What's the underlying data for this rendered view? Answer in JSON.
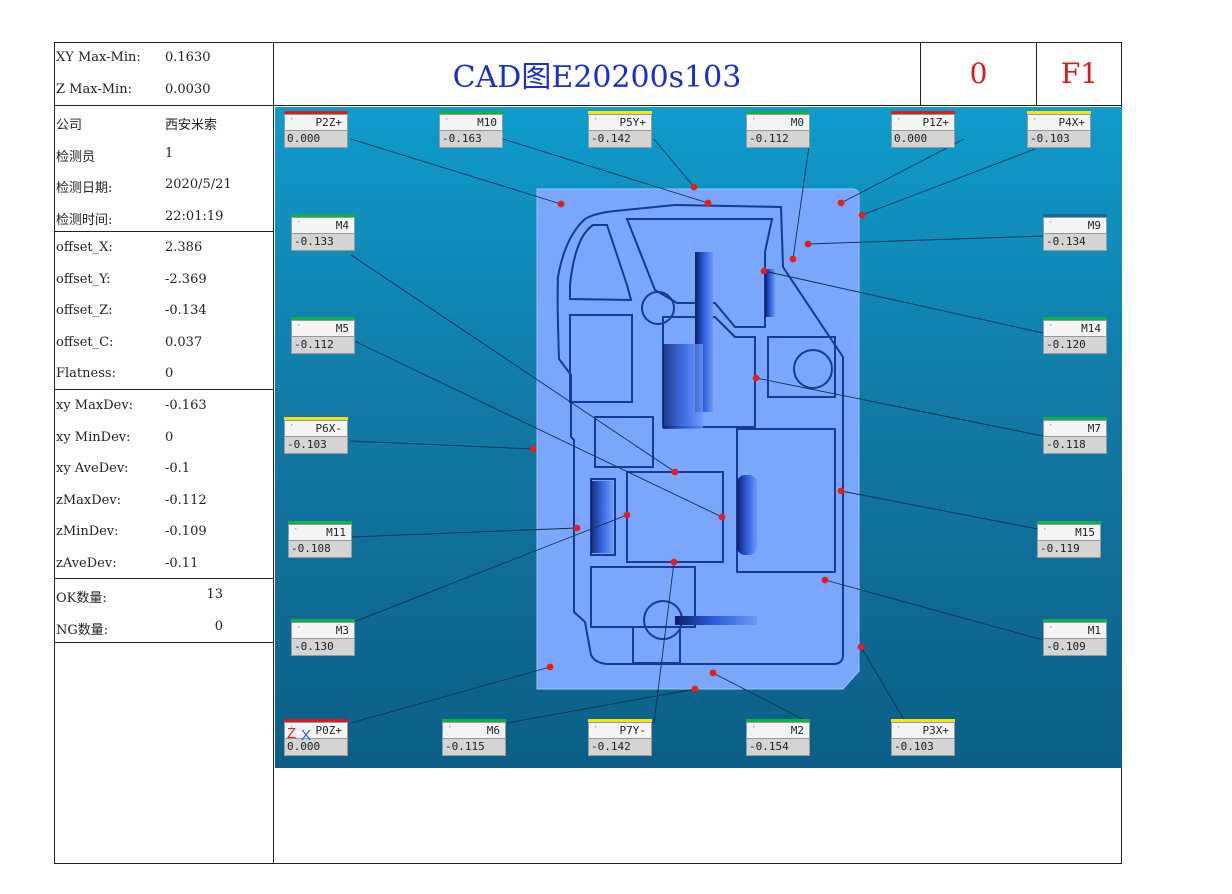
{
  "header": {
    "title": "CAD图E20200s103",
    "count": "0",
    "fkey": "F1"
  },
  "maxmin": [
    {
      "k": "XY Max-Min:",
      "v": "0.1630"
    },
    {
      "k": "Z  Max-Min:",
      "v": "0.0030"
    }
  ],
  "info": [
    {
      "k": "公司",
      "v": "西安米索"
    },
    {
      "k": "检测员",
      "v": "1"
    },
    {
      "k": "检测日期:",
      "v": "2020/5/21"
    },
    {
      "k": "检测时间:",
      "v": "22:01:19"
    }
  ],
  "offsets": [
    {
      "k": "offset_X:",
      "v": "2.386"
    },
    {
      "k": "offset_Y:",
      "v": "-2.369"
    },
    {
      "k": "offset_Z:",
      "v": "-0.134"
    },
    {
      "k": "offset_C:",
      "v": "0.037"
    },
    {
      "k": "Flatness:",
      "v": "0"
    }
  ],
  "devs": [
    {
      "k": "xy MaxDev:",
      "v": "-0.163"
    },
    {
      "k": "xy MinDev:",
      "v": "0"
    },
    {
      "k": "xy AveDev:",
      "v": "-0.1"
    },
    {
      "k": "zMaxDev:",
      "v": "-0.112"
    },
    {
      "k": "zMinDev:",
      "v": "-0.109"
    },
    {
      "k": "zAveDev:",
      "v": "-0.11"
    }
  ],
  "counts": [
    {
      "k": "OK数量:",
      "v": "13"
    },
    {
      "k": "NG数量:",
      "v": "0"
    }
  ],
  "colors": {
    "green": "#12b04a",
    "yellow": "#f4e21c",
    "red": "#d61e1e",
    "teal": "#0f6e8a",
    "part": "#7aa7fb",
    "probe": "#e51d1d"
  },
  "axes": {
    "z": "Z",
    "x": "X"
  },
  "tags": [
    {
      "name": "P2Z+",
      "value": "0.000",
      "color": "red"
    },
    {
      "name": "M10",
      "value": "-0.163",
      "color": "green"
    },
    {
      "name": "P5Y+",
      "value": "-0.142",
      "color": "yellow"
    },
    {
      "name": "M0",
      "value": "-0.112",
      "color": "green"
    },
    {
      "name": "P1Z+",
      "value": "0.000",
      "color": "red"
    },
    {
      "name": "P4X+",
      "value": "-0.103",
      "color": "yellow"
    },
    {
      "name": "M4",
      "value": "-0.133",
      "color": "green"
    },
    {
      "name": "M9",
      "value": "-0.134",
      "color": "teal"
    },
    {
      "name": "M14",
      "value": "-0.120",
      "color": "green"
    },
    {
      "name": "M5",
      "value": "-0.112",
      "color": "green"
    },
    {
      "name": "P6X-",
      "value": "-0.103",
      "color": "yellow"
    },
    {
      "name": "M7",
      "value": "-0.118",
      "color": "green"
    },
    {
      "name": "M11",
      "value": "-0.108",
      "color": "green"
    },
    {
      "name": "M15",
      "value": "-0.119",
      "color": "green"
    },
    {
      "name": "M3",
      "value": "-0.130",
      "color": "green"
    },
    {
      "name": "M1",
      "value": "-0.109",
      "color": "green"
    },
    {
      "name": "P0Z+",
      "value": "0.000",
      "color": "red"
    },
    {
      "name": "M6",
      "value": "-0.115",
      "color": "green"
    },
    {
      "name": "P7Y-",
      "value": "-0.142",
      "color": "yellow"
    },
    {
      "name": "M2",
      "value": "-0.154",
      "color": "green"
    },
    {
      "name": "P3X+",
      "value": "-0.103",
      "color": "yellow"
    }
  ]
}
